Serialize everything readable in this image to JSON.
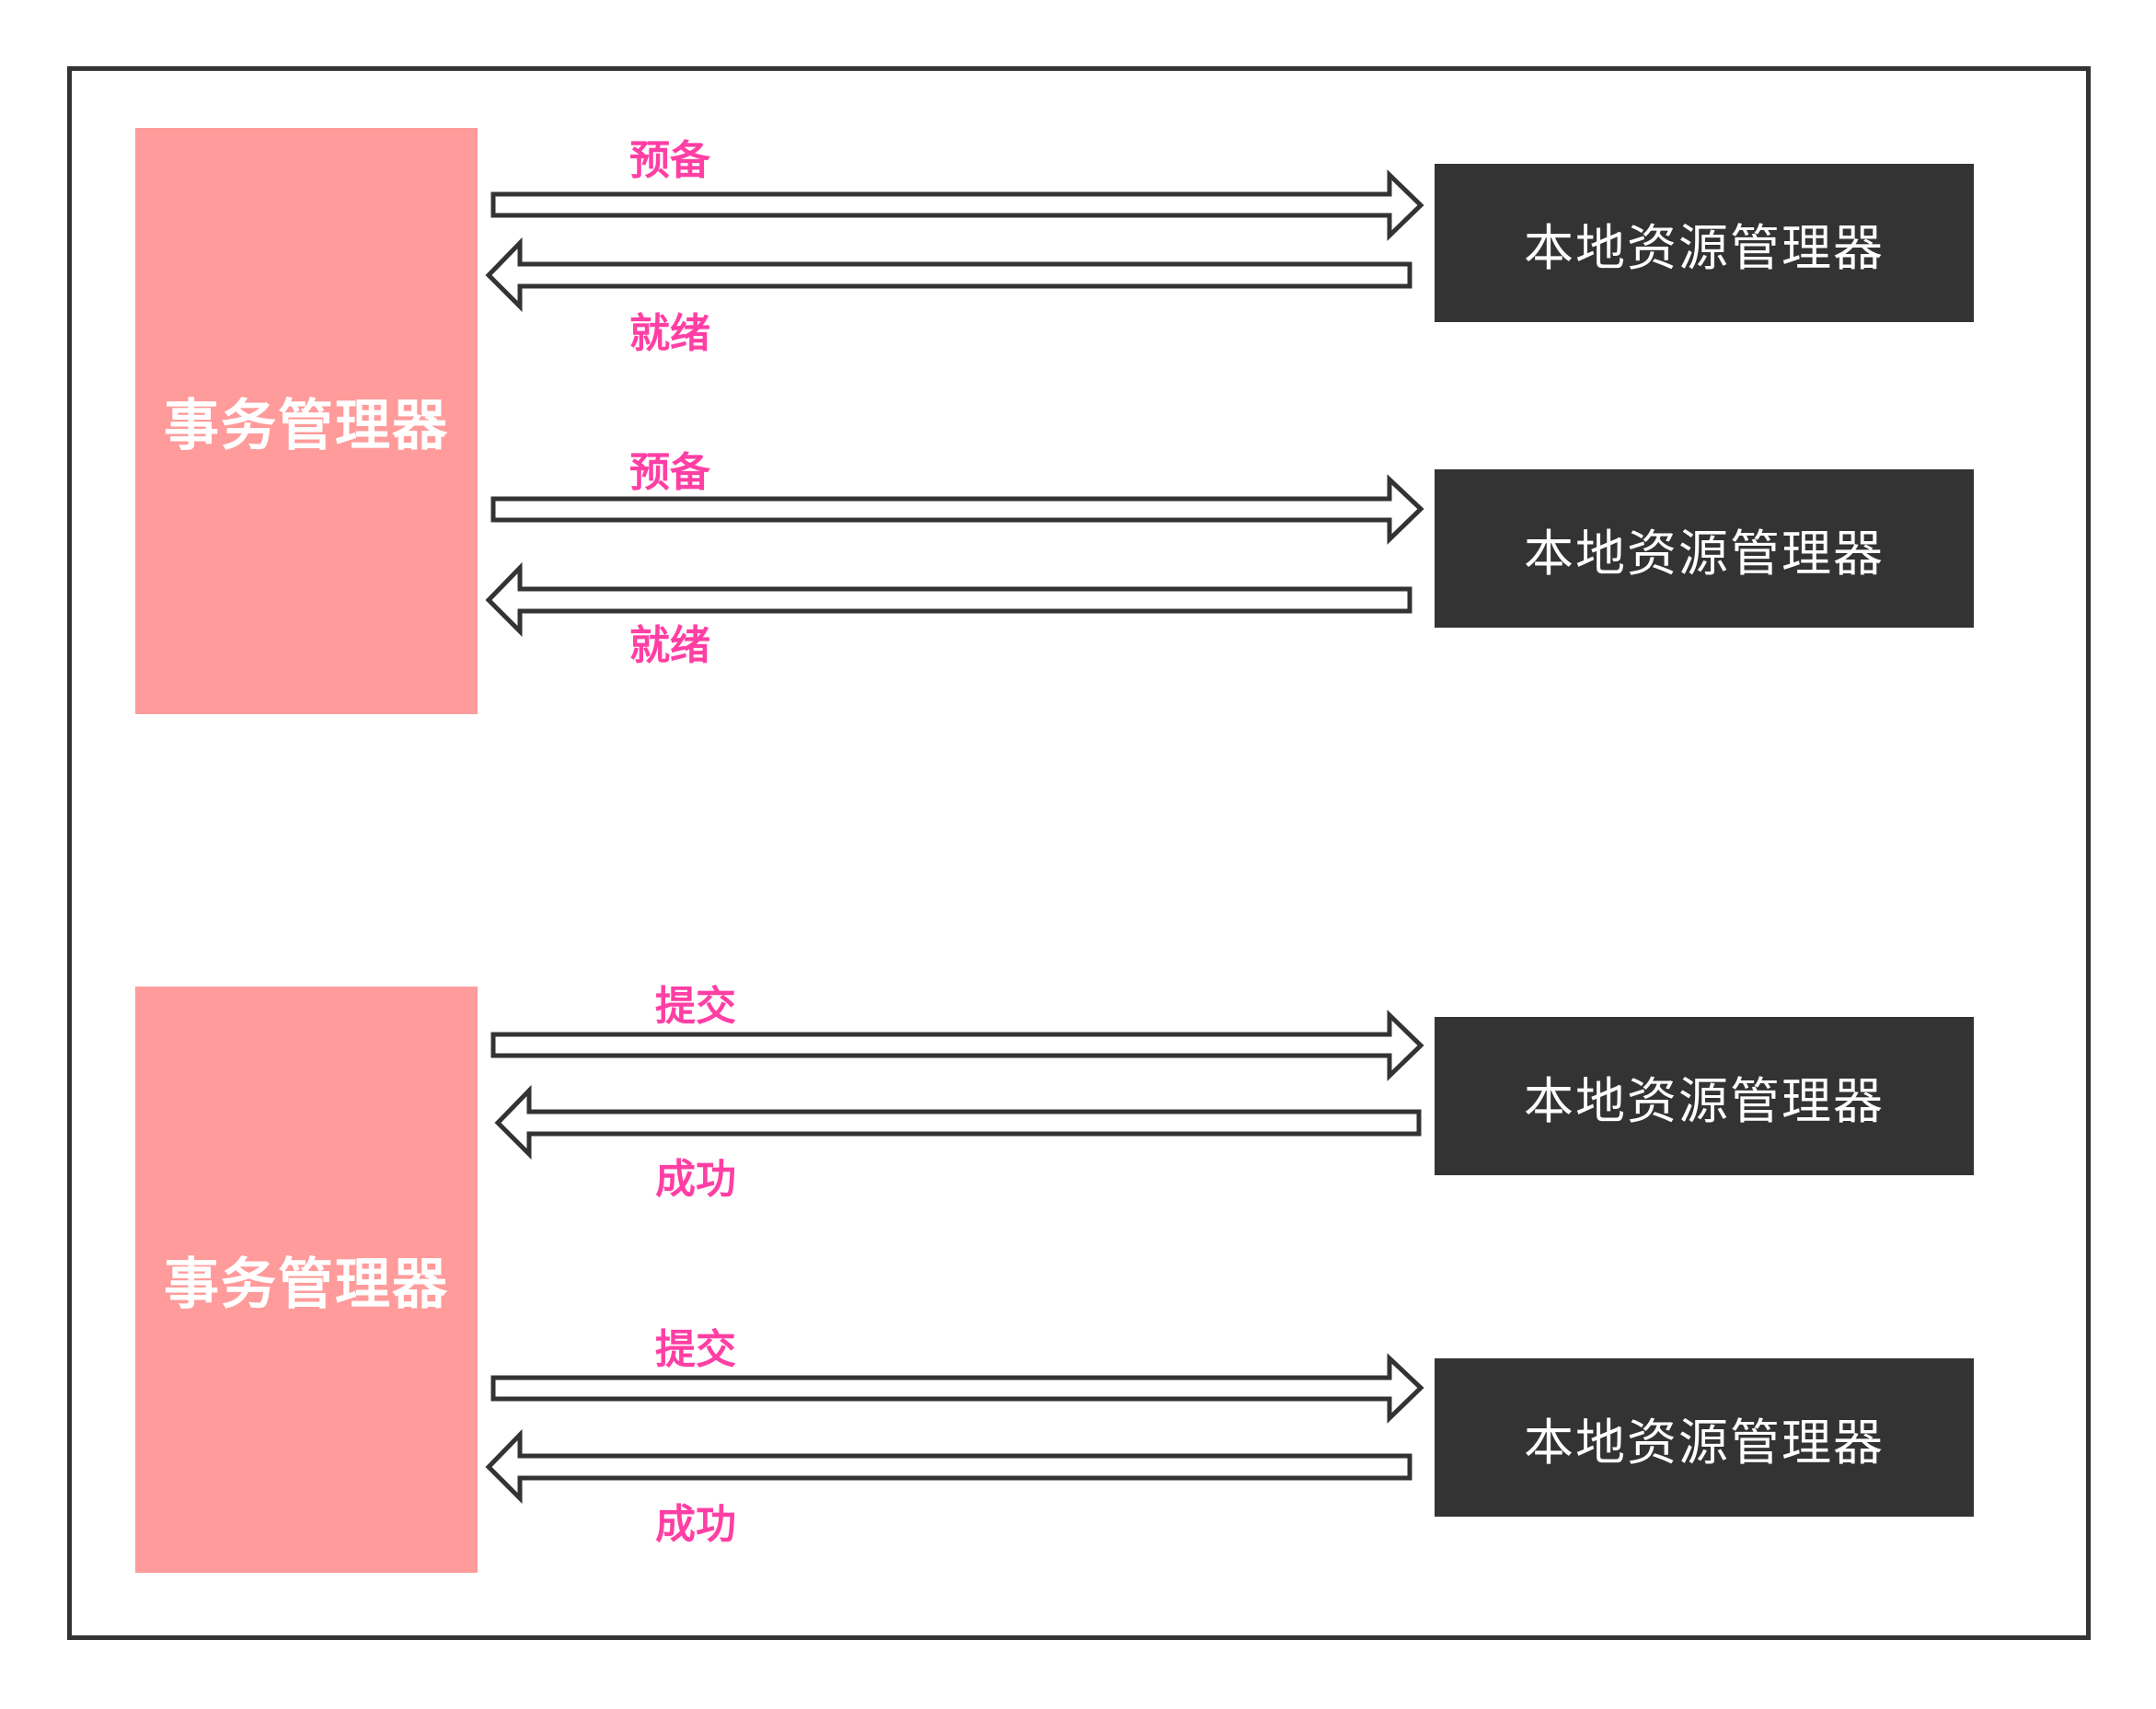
{
  "diagram": {
    "transaction_manager_label": "事务管理器",
    "resource_manager_label": "本地资源管理器",
    "phase1": {
      "request_label": "预备",
      "response_label": "就绪"
    },
    "phase2": {
      "request_label": "提交",
      "response_label": "成功"
    }
  },
  "colors": {
    "transaction_manager_fill": "#ff9b9b",
    "resource_manager_fill": "#333333",
    "label_color": "#ff3fa4",
    "border_color": "#333333"
  }
}
